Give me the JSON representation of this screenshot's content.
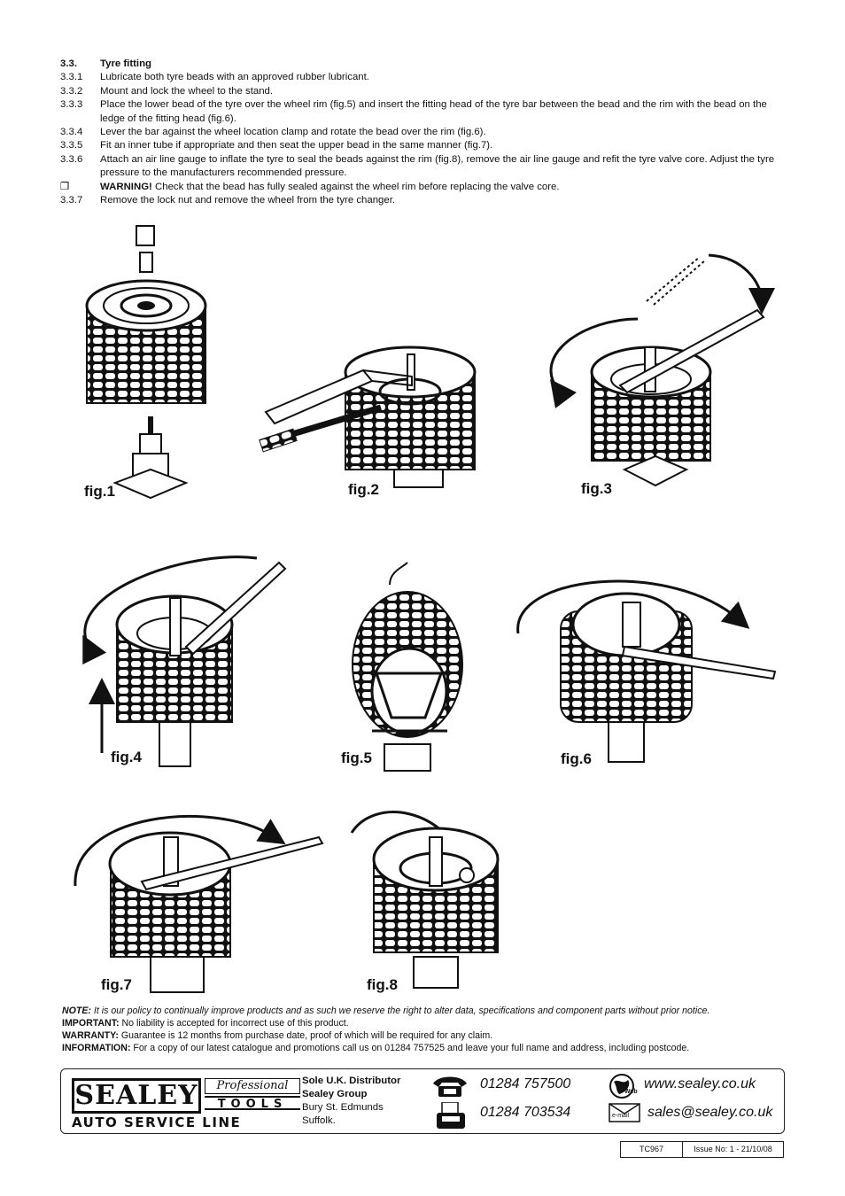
{
  "section": {
    "number": "3.3.",
    "title": "Tyre fitting",
    "steps": [
      {
        "num": "3.3.1",
        "text": "Lubricate both tyre beads with an approved rubber lubricant."
      },
      {
        "num": "3.3.2",
        "text": "Mount and lock the wheel to the stand."
      },
      {
        "num": "3.3.3",
        "text": "Place the lower bead of the tyre over the wheel rim (fig.5) and insert the fitting head of the tyre bar between the bead and the rim with the bead on the ledge of the fitting head (fig.6)."
      },
      {
        "num": "3.3.4",
        "text": "Lever the bar against the wheel location clamp and rotate the bead over the rim (fig.6)."
      },
      {
        "num": "3.3.5",
        "text": "Fit an inner tube if appropriate and then seat the upper bead in the same manner (fig.7)."
      },
      {
        "num": "3.3.6",
        "text": "Attach an air line gauge to inflate the tyre to seal the beads against the rim (fig.8), remove the air line gauge and refit the tyre valve core. Adjust the tyre pressure to the manufacturers recommended pressure."
      }
    ],
    "warning": {
      "bullet": "❐",
      "label": "WARNING!",
      "text": " Check that the bead has fully sealed against the wheel rim before replacing the valve core."
    },
    "last_step": {
      "num": "3.3.7",
      "text": "Remove the lock nut and remove the wheel from the tyre changer."
    }
  },
  "figures": {
    "fig1": "fig.1",
    "fig2": "fig.2",
    "fig3": "fig.3",
    "fig4": "fig.4",
    "fig5": "fig.5",
    "fig6": "fig.6",
    "fig7": "fig.7",
    "fig8": "fig.8"
  },
  "notes": {
    "note_label": "NOTE:",
    "note_text": " It is our policy to continually improve products and as such we reserve the right to alter data, specifications and component parts without prior notice.",
    "important_label": "IMPORTANT:",
    "important_text": " No liability is accepted for incorrect use of this product.",
    "warranty_label": "WARRANTY:",
    "warranty_text": " Guarantee is 12 months from purchase date, proof of which will be required for any claim.",
    "info_label": "INFORMATION:",
    "info_text": " For a copy of our latest catalogue and promotions call us on 01284 757525 and leave your full name and address, including postcode."
  },
  "footer": {
    "logo_main": "SEALEY",
    "logo_professional": "Professional",
    "logo_tools": "TOOLS",
    "logo_line": "AUTO SERVICE LINE",
    "distributor_line1": "Sole U.K. Distributor",
    "distributor_line2": "Sealey Group",
    "address_line1": "Bury St. Edmunds",
    "address_line2": "Suffolk.",
    "phone": "01284 757500",
    "fax": "01284 703534",
    "web": "www.sealey.co.uk",
    "email": "sales@sealey.co.uk",
    "web_icon_label": "Web",
    "email_icon_label": "e-mail"
  },
  "issue": {
    "model": "TC967",
    "issue_text": "Issue No: 1 - 21/10/08"
  }
}
